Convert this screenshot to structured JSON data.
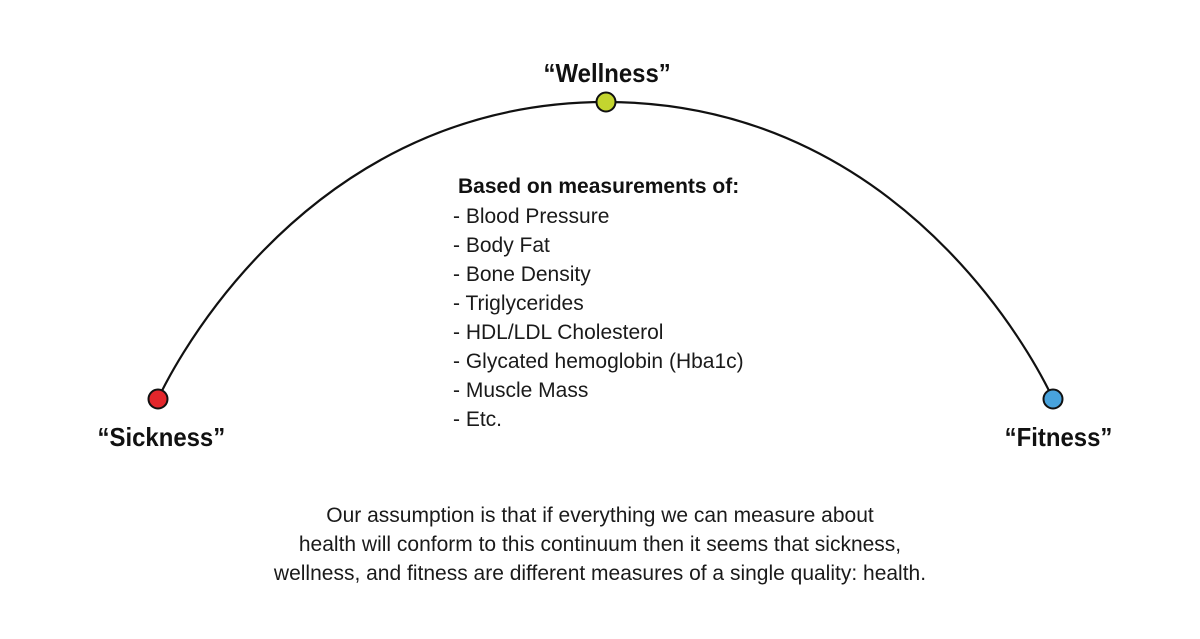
{
  "nodes": {
    "wellness": {
      "label": "“Wellness”",
      "color": "#c3d52f"
    },
    "sickness": {
      "label": "“Sickness”",
      "color": "#e3262b"
    },
    "fitness": {
      "label": "“Fitness”",
      "color": "#48a3dd"
    }
  },
  "measurements": {
    "heading": "Based on measurements of:",
    "items": [
      "- Blood Pressure",
      "- Body Fat",
      "- Bone Density",
      "- Triglycerides",
      "- HDL/LDL Cholesterol",
      "- Glycated hemoglobin (Hba1c)",
      "- Muscle Mass",
      "- Etc."
    ]
  },
  "summary": {
    "lines": [
      "Our assumption is that if everything we can measure about",
      "health will conform to this continuum then it seems that sickness,",
      "wellness, and fitness are different measures of a single quality: health."
    ]
  }
}
